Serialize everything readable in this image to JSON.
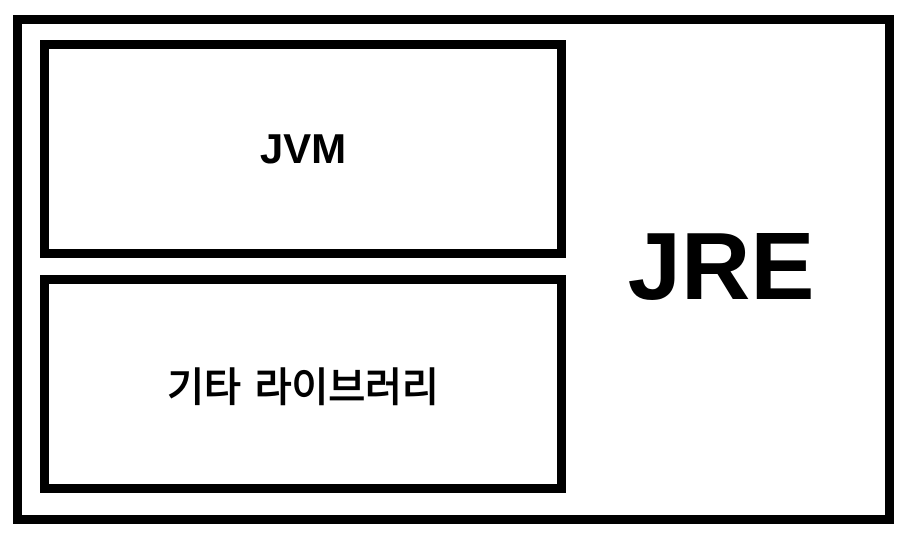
{
  "diagram": {
    "outer": {
      "label": "JRE"
    },
    "components": [
      {
        "label": "JVM"
      },
      {
        "label": "기타 라이브러리"
      }
    ]
  },
  "colors": {
    "border": "#000000",
    "background": "#ffffff",
    "text": "#000000"
  }
}
